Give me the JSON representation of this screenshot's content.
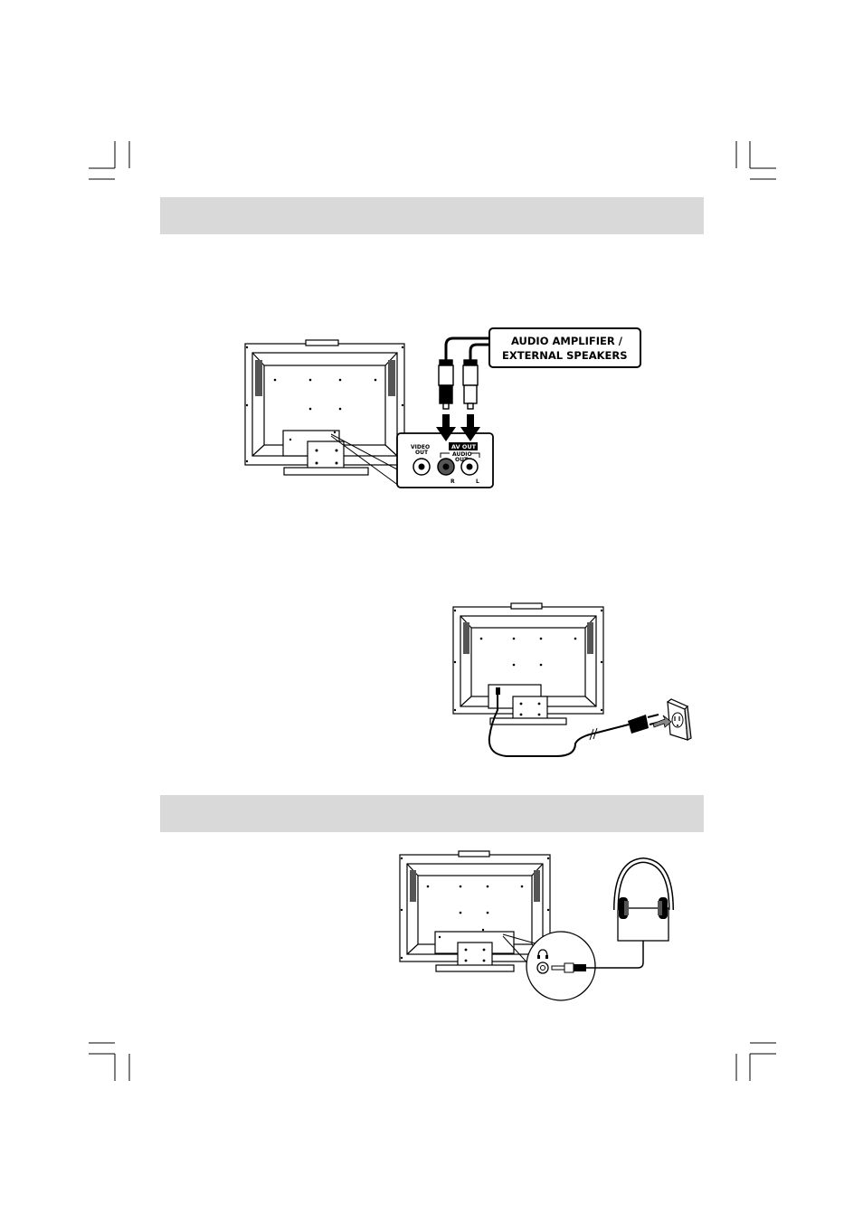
{
  "sections": {
    "top_bar_label": "",
    "bottom_bar_label": ""
  },
  "diagram_audio": {
    "callout_line1": "AUDIO AMPLIFIER /",
    "callout_line2": "EXTERNAL SPEAKERS",
    "jack_video_line1": "VIDEO",
    "jack_video_line2": "OUT",
    "av_out_label": "AV OUT",
    "audio_out_line1": "AUDIO",
    "audio_out_line2": "OUT",
    "right_label": "R",
    "left_label": "L"
  },
  "diagram_headphones": {
    "headphone_symbol": "∩"
  }
}
